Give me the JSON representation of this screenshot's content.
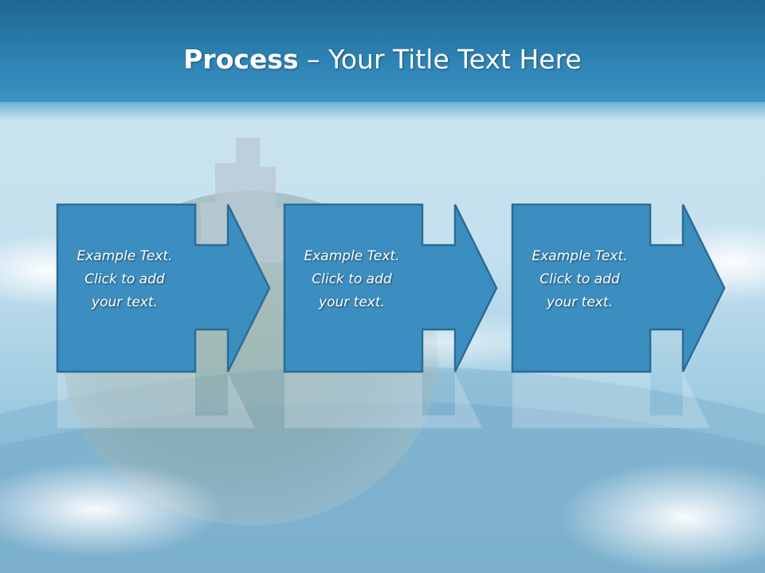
{
  "slide": {
    "title_bold": "Process",
    "title_rest": " – Your Title Text Here"
  },
  "steps": [
    {
      "line1": "Example Text.",
      "line2": "Click  to add",
      "line3": "your text."
    },
    {
      "line1": "Example Text.",
      "line2": "Click  to add",
      "line3": "your text."
    },
    {
      "line1": "Example Text.",
      "line2": "Click  to add",
      "line3": "your text."
    }
  ],
  "colors": {
    "header": "#2e83b4",
    "step_fill": "#3c8ec0",
    "step_stroke": "#2b6c97",
    "text": "#ffffff"
  }
}
